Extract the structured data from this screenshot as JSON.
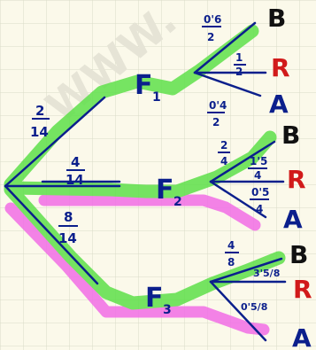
{
  "watermark": "WWW.",
  "colors": {
    "background": "#fbf9ea",
    "grid": "#d9dcc8",
    "ink_blue": "#0b1f8c",
    "ink_red": "#d11a1a",
    "highlight_green": "#5ee04a",
    "highlight_pink": "#f26ee6"
  },
  "first_stage": [
    {
      "node": "F1",
      "node_label": "F",
      "node_sub": "1",
      "prob_num": "2",
      "prob_den": "14"
    },
    {
      "node": "F2",
      "node_label": "F",
      "node_sub": "2",
      "prob_num": "4",
      "prob_den": "14"
    },
    {
      "node": "F3",
      "node_label": "F",
      "node_sub": "3",
      "prob_num": "8",
      "prob_den": "14"
    }
  ],
  "second_stage": {
    "F1": {
      "outcomes": [
        "B",
        "R",
        "A"
      ],
      "probs": [
        "0'6/2",
        "1/2",
        "0'4/2"
      ]
    },
    "F2": {
      "outcomes": [
        "B",
        "R",
        "A"
      ],
      "probs": [
        "2/4",
        "1'5/4",
        "0'5/4"
      ]
    },
    "F3": {
      "outcomes": [
        "B",
        "R",
        "A"
      ],
      "probs": [
        "4/8",
        "3'5/8",
        "0'5/8"
      ]
    }
  },
  "labels": {
    "f1_b_num": "0'6",
    "f1_b_den": "2",
    "f1_r_num": "1",
    "f1_r_den": "2",
    "f1_a_num": "0'4",
    "f1_a_den": "2",
    "f2_b_num": "2",
    "f2_b_den": "4",
    "f2_r_num": "1'5",
    "f2_r_den": "4",
    "f2_a_num": "0'5",
    "f2_a_den": "4",
    "f3_b_num": "4",
    "f3_b_den": "8",
    "f3_r_text": "3'5/8",
    "f3_a_text": "0'5/8",
    "B": "B",
    "R": "R",
    "A": "A"
  }
}
